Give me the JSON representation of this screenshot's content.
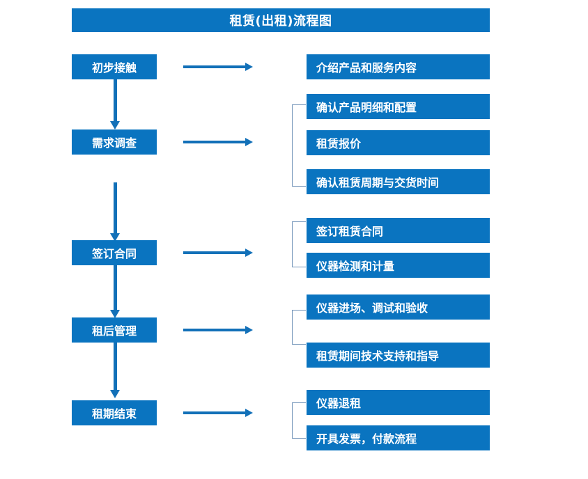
{
  "diagram": {
    "title": "租赁(出租)流程图",
    "colors": {
      "box_blue": "#0a74c0",
      "arrow_blue": "#1270b8",
      "bracket_gray_blue": "#7193b8",
      "text_white": "#ffffff",
      "background": "#ffffff"
    },
    "stages": [
      {
        "label": "初步接触",
        "details": [
          "介绍产品和服务内容"
        ],
        "bracketed": false
      },
      {
        "label": "需求调查",
        "details": [
          "确认产品明细和配置",
          "租赁报价",
          "确认租赁周期与交货时间"
        ],
        "bracketed": true
      },
      {
        "label": "签订合同",
        "details": [
          "签订租赁合同",
          "仪器检测和计量"
        ],
        "bracketed": true
      },
      {
        "label": "租后管理",
        "details": [
          "仪器进场、调试和验收",
          "租赁期间技术支持和指导"
        ],
        "bracketed": true
      },
      {
        "label": "租期结束",
        "details": [
          "仪器退租",
          "开具发票，付款流程"
        ],
        "bracketed": true
      }
    ]
  }
}
